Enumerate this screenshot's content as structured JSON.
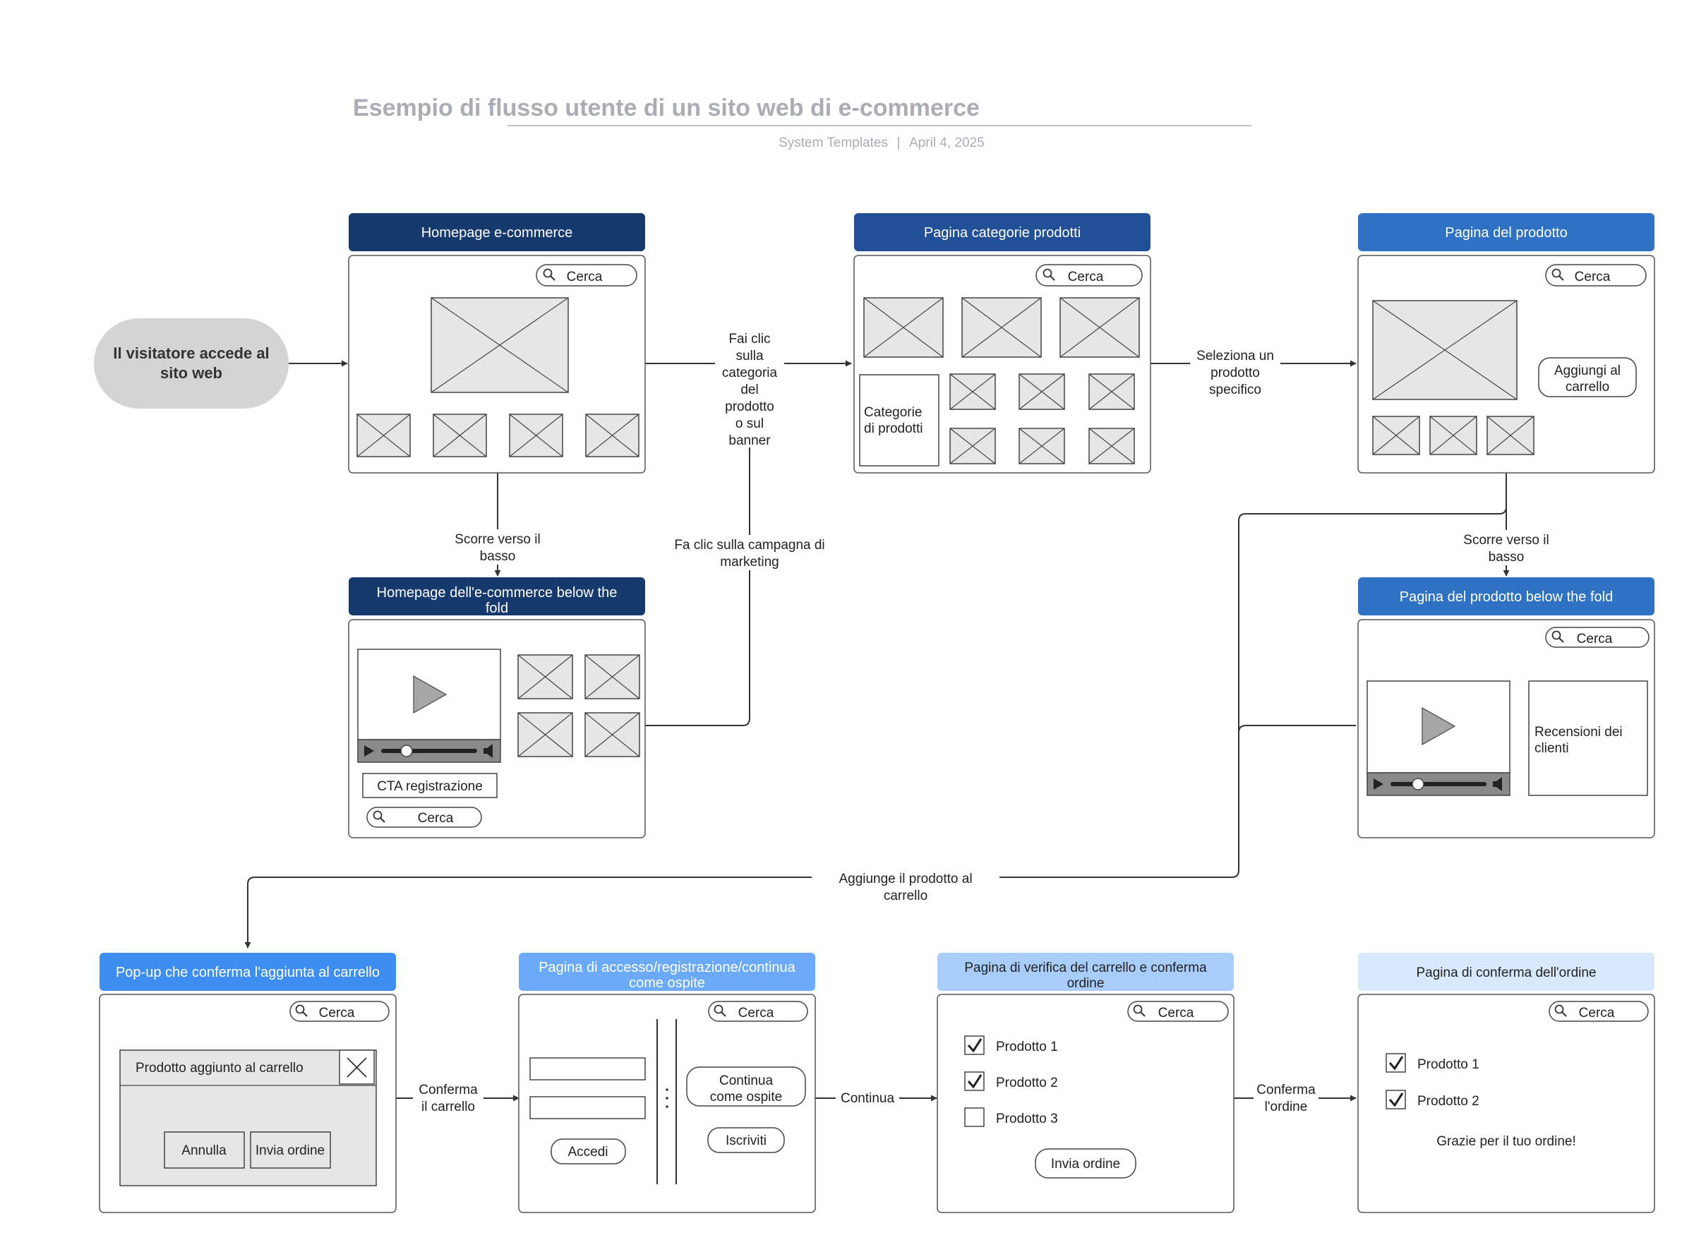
{
  "header": {
    "title": "Esempio di flusso utente di un sito web di e-commerce",
    "author": "System Templates",
    "separator": "|",
    "date": "April 4, 2025"
  },
  "start": {
    "label_line1": "Il visitatore accede al",
    "label_line2": "sito web"
  },
  "search_label": "Cerca",
  "screens": {
    "homepage": {
      "title": "Homepage e-commerce",
      "header_color": "#163a6e"
    },
    "homepage_below": {
      "title_line1": "Homepage dell'e-commerce below the",
      "title_line2": "fold",
      "header_color": "#163a6e",
      "cta": "CTA registrazione"
    },
    "categories": {
      "title": "Pagina categorie prodotti",
      "header_color": "#215096",
      "box_line1": "Categorie",
      "box_line2": "di prodotti"
    },
    "product": {
      "title": "Pagina del prodotto",
      "header_color": "#2f72c4",
      "button_line1": "Aggiungi al",
      "button_line2": "carrello"
    },
    "product_below": {
      "title": "Pagina del prodotto below the fold",
      "header_color": "#2f72c4",
      "reviews_line1": "Recensioni dei",
      "reviews_line2": "clienti"
    },
    "popup": {
      "title": "Pop-up che conferma l'aggiunta al carrello",
      "header_color": "#3d8ef0",
      "message": "Prodotto aggiunto al carrello",
      "cancel": "Annulla",
      "send": "Invia ordine"
    },
    "login": {
      "title_line1": "Pagina di accesso/registrazione/continua",
      "title_line2": "come ospite",
      "header_color": "#6aaaf8",
      "login_button": "Accedi",
      "guest_line1": "Continua",
      "guest_line2": "come ospite",
      "signup": "Iscriviti"
    },
    "cart": {
      "title_line1": "Pagina di verifica del carrello e conferma",
      "title_line2": "ordine",
      "header_color": "#a9cdfb",
      "items": [
        "Prodotto 1",
        "Prodotto 2",
        "Prodotto 3"
      ],
      "checked": [
        true,
        true,
        false
      ],
      "button": "Invia ordine"
    },
    "confirm": {
      "title": "Pagina di conferma dell'ordine",
      "header_color": "#d8e9fd",
      "items": [
        "Prodotto 1",
        "Prodotto 2"
      ],
      "thanks": "Grazie per il tuo ordine!"
    }
  },
  "edges": {
    "click_category": [
      "Fai clic",
      "sulla",
      "categoria",
      "del",
      "prodotto",
      "o sul",
      "banner"
    ],
    "scroll_home": [
      "Scorre verso il",
      "basso"
    ],
    "click_campaign": [
      "Fa clic sulla campagna di",
      "marketing"
    ],
    "select_product": [
      "Seleziona un",
      "prodotto",
      "specifico"
    ],
    "scroll_product": [
      "Scorre verso il",
      "basso"
    ],
    "add_to_cart": [
      "Aggiunge il prodotto al",
      "carrello"
    ],
    "confirm_cart": [
      "Conferma",
      "il carrello"
    ],
    "continue": [
      "Continua"
    ],
    "confirm_order": [
      "Conferma",
      "l'ordine"
    ]
  }
}
